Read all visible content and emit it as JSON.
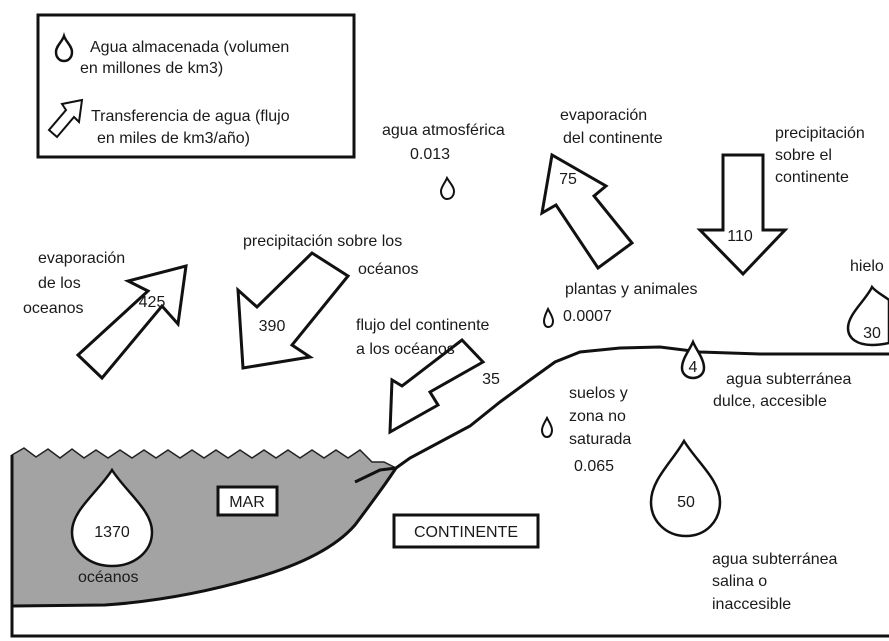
{
  "legend": {
    "stored_line1": "Agua almacenada (volumen",
    "stored_line2": "en millones de km3)",
    "transfer_line1": "Transferencia de agua (flujo",
    "transfer_line2": "en miles de km3/año)"
  },
  "atmosphere": {
    "label": "agua atmosférica",
    "value": "0.013"
  },
  "evap_continent": {
    "label_line1": "evaporación",
    "label_line2": "del continente",
    "value": "75"
  },
  "precip_continent": {
    "label_line1": "precipitación",
    "label_line2": "sobre el",
    "label_line3": "continente",
    "value": "110"
  },
  "evap_oceans": {
    "label_line1": "evaporación",
    "label_line2": "de los",
    "label_line3": "oceanos",
    "value": "425"
  },
  "precip_oceans": {
    "label_line1": "precipitación sobre los",
    "label_line2": "océanos",
    "value": "390"
  },
  "runoff": {
    "label_line1": "flujo del continente",
    "label_line2": "a los océanos",
    "value": "35"
  },
  "ice": {
    "label": "hielo",
    "value": "30"
  },
  "biota": {
    "label": "plantas y animales",
    "value": "0.0007"
  },
  "soils": {
    "label_line1": "suelos y",
    "label_line2": "zona no",
    "label_line3": "saturada",
    "value": "0.065"
  },
  "fresh_groundwater": {
    "label_line1": "agua subterránea",
    "label_line2": "dulce, accesible",
    "value": "4"
  },
  "saline_groundwater": {
    "label_line1": "agua subterránea",
    "label_line2": "salina o",
    "label_line3": "inaccesible",
    "value": "50"
  },
  "oceans": {
    "label": "océanos",
    "value": "1370"
  },
  "sea_label": "MAR",
  "continent_label": "CONTINENTE"
}
